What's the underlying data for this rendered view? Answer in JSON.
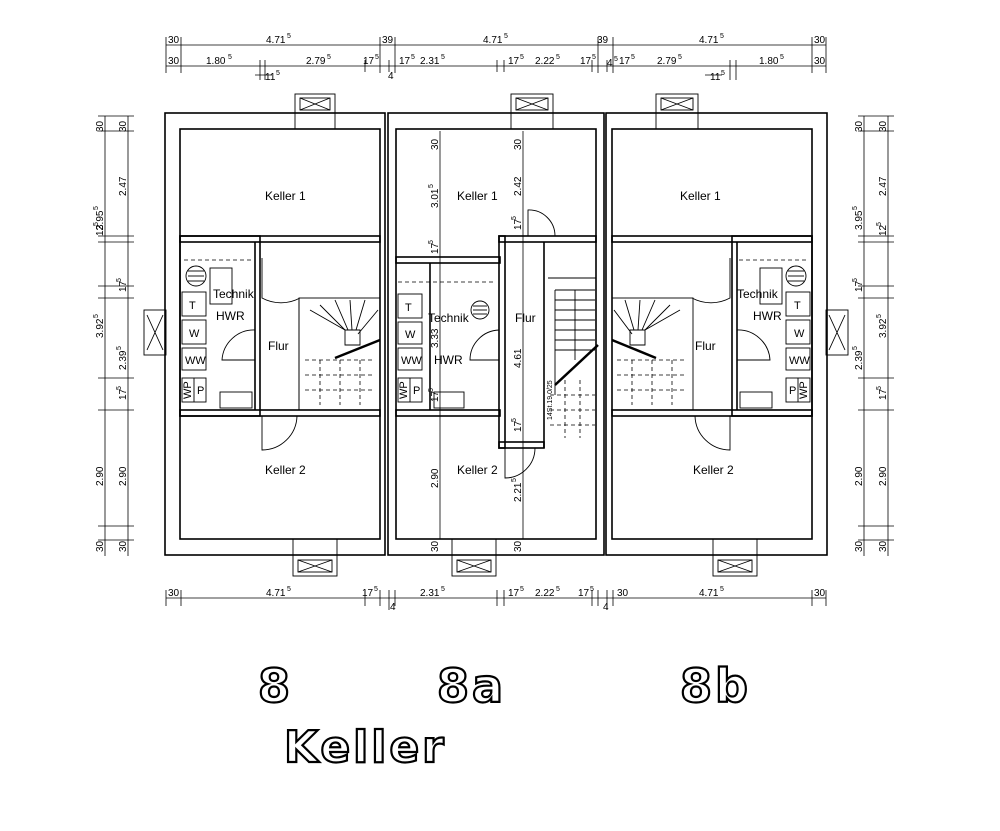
{
  "units": {
    "h8": {
      "room_top": "Keller 1",
      "room_bottom": "Keller 2",
      "technik": "Technik",
      "hwr": "HWR",
      "flur": "Flur"
    },
    "h8a": {
      "room_top": "Keller 1",
      "room_bottom": "Keller 2",
      "technik": "Technik",
      "hwr": "HWR",
      "flur": "Flur"
    },
    "h8b": {
      "room_top": "Keller 1",
      "room_bottom": "Keller 2",
      "technik": "Technik",
      "hwr": "HWR",
      "flur": "Flur"
    }
  },
  "equipment": {
    "t": "T",
    "w": "W",
    "ww": "WW",
    "wp": "WP",
    "p": "P"
  },
  "stair_label": "14St.19,0/25",
  "house_numbers": {
    "left": "8",
    "middle": "8a",
    "right": "8b"
  },
  "floor_title": "Keller",
  "dims_top": {
    "r1": [
      "30",
      "4.71",
      "5",
      "39",
      "4.71",
      "5",
      "39",
      "4.71",
      "5",
      "30"
    ],
    "r2": [
      "30",
      "1.80",
      "5",
      "2.79",
      "5",
      "17",
      "5",
      "4",
      "17",
      "5",
      "2.31",
      "5",
      "17",
      "5",
      "2.22",
      "5",
      "17",
      "5",
      "4",
      "5",
      "17",
      "5",
      "2.79",
      "5",
      "1.80",
      "5",
      "30"
    ],
    "r3": [
      "11",
      "5",
      "11",
      "5"
    ]
  },
  "dims_bottom": [
    "30",
    "4.71",
    "5",
    "17",
    "5",
    "4",
    "2.31",
    "5",
    "17",
    "5",
    "2.22",
    "5",
    "17",
    "5",
    "4",
    "30",
    "4.71",
    "5",
    "30"
  ],
  "dims_left_outer": [
    "30",
    "3.95",
    "5",
    "3.92",
    "5",
    "2.90",
    "30"
  ],
  "dims_left_inner": [
    "30",
    "2.47",
    "12",
    "5",
    "17",
    "5",
    "2.39",
    "5",
    "17",
    "5",
    "2.90",
    "30"
  ],
  "dims_right_outer": [
    "30",
    "3.95",
    "5",
    "3.92",
    "5",
    "2.90",
    "30"
  ],
  "dims_right_inner": [
    "30",
    "2.47",
    "12",
    "5",
    "17",
    "5",
    "2.39",
    "5",
    "17",
    "5",
    "2.90",
    "30"
  ],
  "dims_middle": [
    "30",
    "3.01",
    "5",
    "17",
    "5",
    "3.33",
    "17",
    "5",
    "2.90",
    "30",
    "2.42",
    "17",
    "5",
    "4.61",
    "17",
    "5",
    "2.21",
    "5",
    "30"
  ]
}
